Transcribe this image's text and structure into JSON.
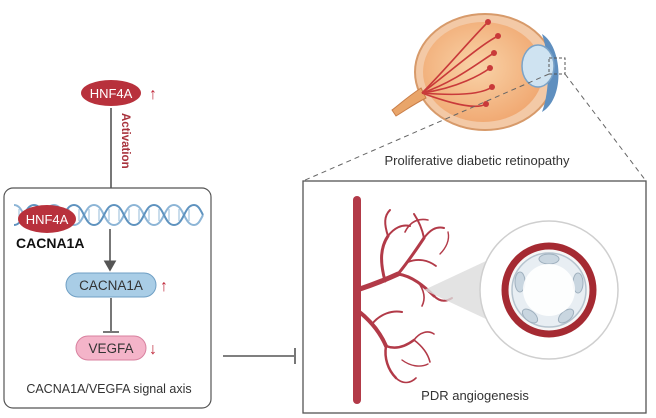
{
  "hnf4a_top": {
    "label": "HNF4A",
    "arrow": "↑"
  },
  "activation_label": "Activation",
  "signal_box": {
    "hnf4a_label": "HNF4A",
    "gene_label": "CACNA1A",
    "cacna1a": {
      "label": "CACNA1A",
      "arrow": "↑"
    },
    "vegfa": {
      "label": "VEGFA",
      "arrow": "↓"
    },
    "caption": "CACNA1A/VEGFA signal axis"
  },
  "eye_caption": "Proliferative diabetic retinopathy",
  "angio_caption": "PDR angiogenesis",
  "colors": {
    "hnf4a": "#b8313c",
    "up_arrow": "#c0283a",
    "cacna1a": "#a9cde6",
    "vegfa": "#f4b4c9",
    "vessel": "#b23a48",
    "box_border": "#555555"
  }
}
